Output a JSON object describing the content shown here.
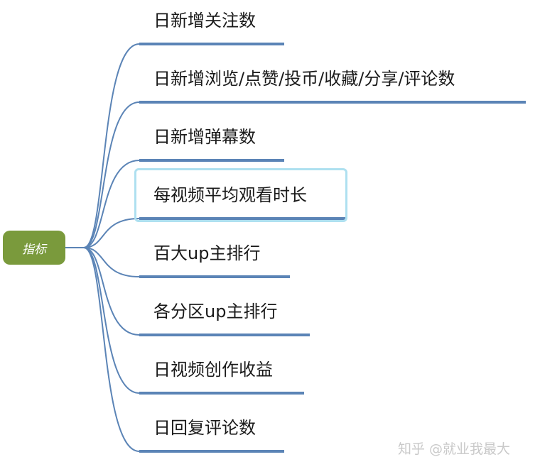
{
  "root": {
    "label": "指标"
  },
  "branches": [
    {
      "label": "日新增关注数"
    },
    {
      "label": "日新增浏览/点赞/投币/收藏/分享/评论数"
    },
    {
      "label": "日新增弹幕数"
    },
    {
      "label": "每视频平均观看时长",
      "selected": true
    },
    {
      "label": "百大up主排行"
    },
    {
      "label": "各分区up主排行"
    },
    {
      "label": "日视频创作收益"
    },
    {
      "label": "日回复评论数"
    }
  ],
  "watermark": "知乎 @就业我最大",
  "colors": {
    "connector": "#5b84b6",
    "underline": "#5b84b6",
    "root_fill": "#7a9a3c",
    "selection": "#aee0f0"
  }
}
